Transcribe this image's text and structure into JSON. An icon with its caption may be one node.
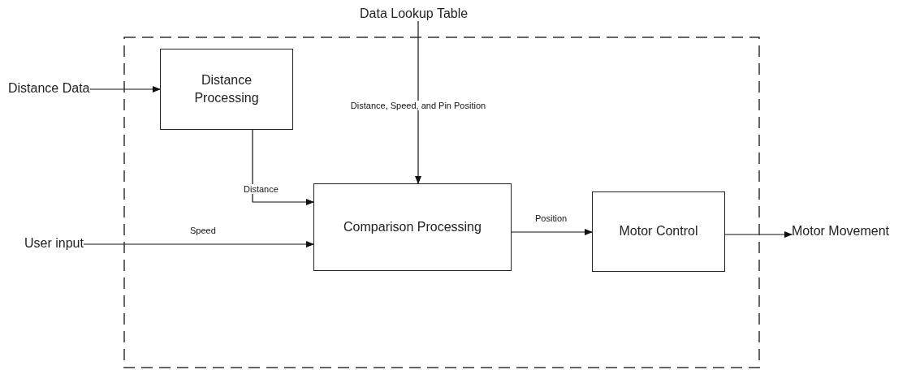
{
  "diagram": {
    "nodes": [
      {
        "text": [],
        "shape": "box"
      },
      {
        "text": [
          "Distance Processing"
        ],
        "in": 0
      },
      {
        "text": [
          "Comparison Processing"
        ],
        "in": 0
      },
      {
        "text": [
          "Motor Control"
        ],
        "in": 0
      },
      {
        "text": [
          "Distance Data"
        ]
      },
      {
        "text": [
          "User input"
        ]
      },
      {
        "text": [
          "Data Lookup Table"
        ]
      },
      {
        "text": [
          "Motor Movement"
        ]
      }
    ],
    "edges": [
      {
        "from": 4,
        "to": 1,
        "arrow": "to"
      },
      {
        "from": 6,
        "to": 2,
        "arrow": "to",
        "label": "Distance, Speed, and Pin Position"
      },
      {
        "from": 1,
        "to": 2,
        "arrow": "to",
        "label": "Distance"
      },
      {
        "from": 5,
        "to": 2,
        "arrow": "to",
        "label": "Speed"
      },
      {
        "from": 2,
        "to": 3,
        "arrow": "to",
        "label": "Position"
      },
      {
        "from": 3,
        "to": 7,
        "arrow": "to"
      }
    ]
  }
}
